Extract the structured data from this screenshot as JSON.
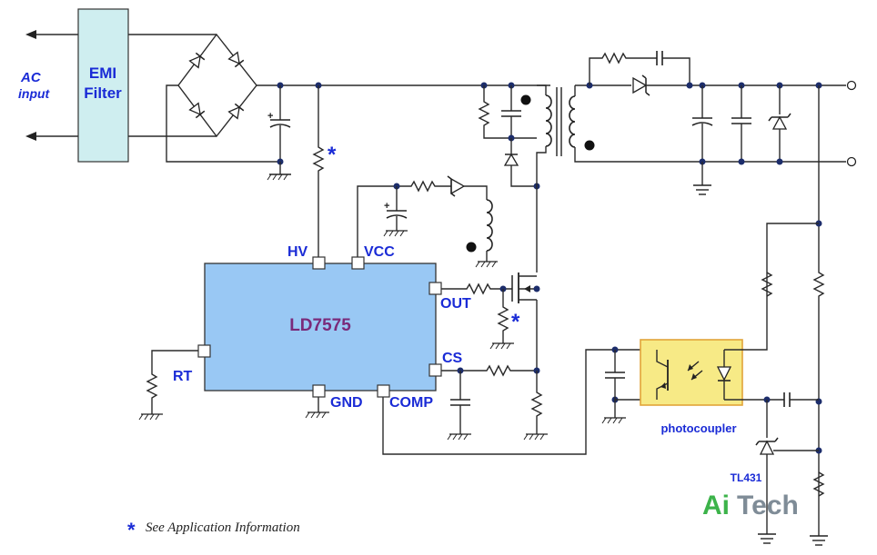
{
  "labels": {
    "ac_input_line1": "AC",
    "ac_input_line2": "input",
    "emi_line1": "EMI",
    "emi_line2": "Filter",
    "ic_name": "LD7575",
    "pin_hv": "HV",
    "pin_vcc": "VCC",
    "pin_out": "OUT",
    "pin_cs": "CS",
    "pin_rt": "RT",
    "pin_gnd": "GND",
    "pin_comp": "COMP",
    "photocoupler": "photocoupler",
    "tl431": "TL431",
    "star": "*",
    "plus": "+",
    "footnote": "See Application Information",
    "watermark_ai": "Ai",
    "watermark_tech": "Tech"
  },
  "colors": {
    "emi_fill": "#cfeef0",
    "ic_fill": "#99c8f4",
    "ic_text": "#7a2a7a",
    "photo_fill": "#f7ea86",
    "photo_border": "#e1a43a",
    "pin_text": "#1a2bd6",
    "watermark_ai": "#3cb34a",
    "watermark_tech": "#7f8c97"
  }
}
